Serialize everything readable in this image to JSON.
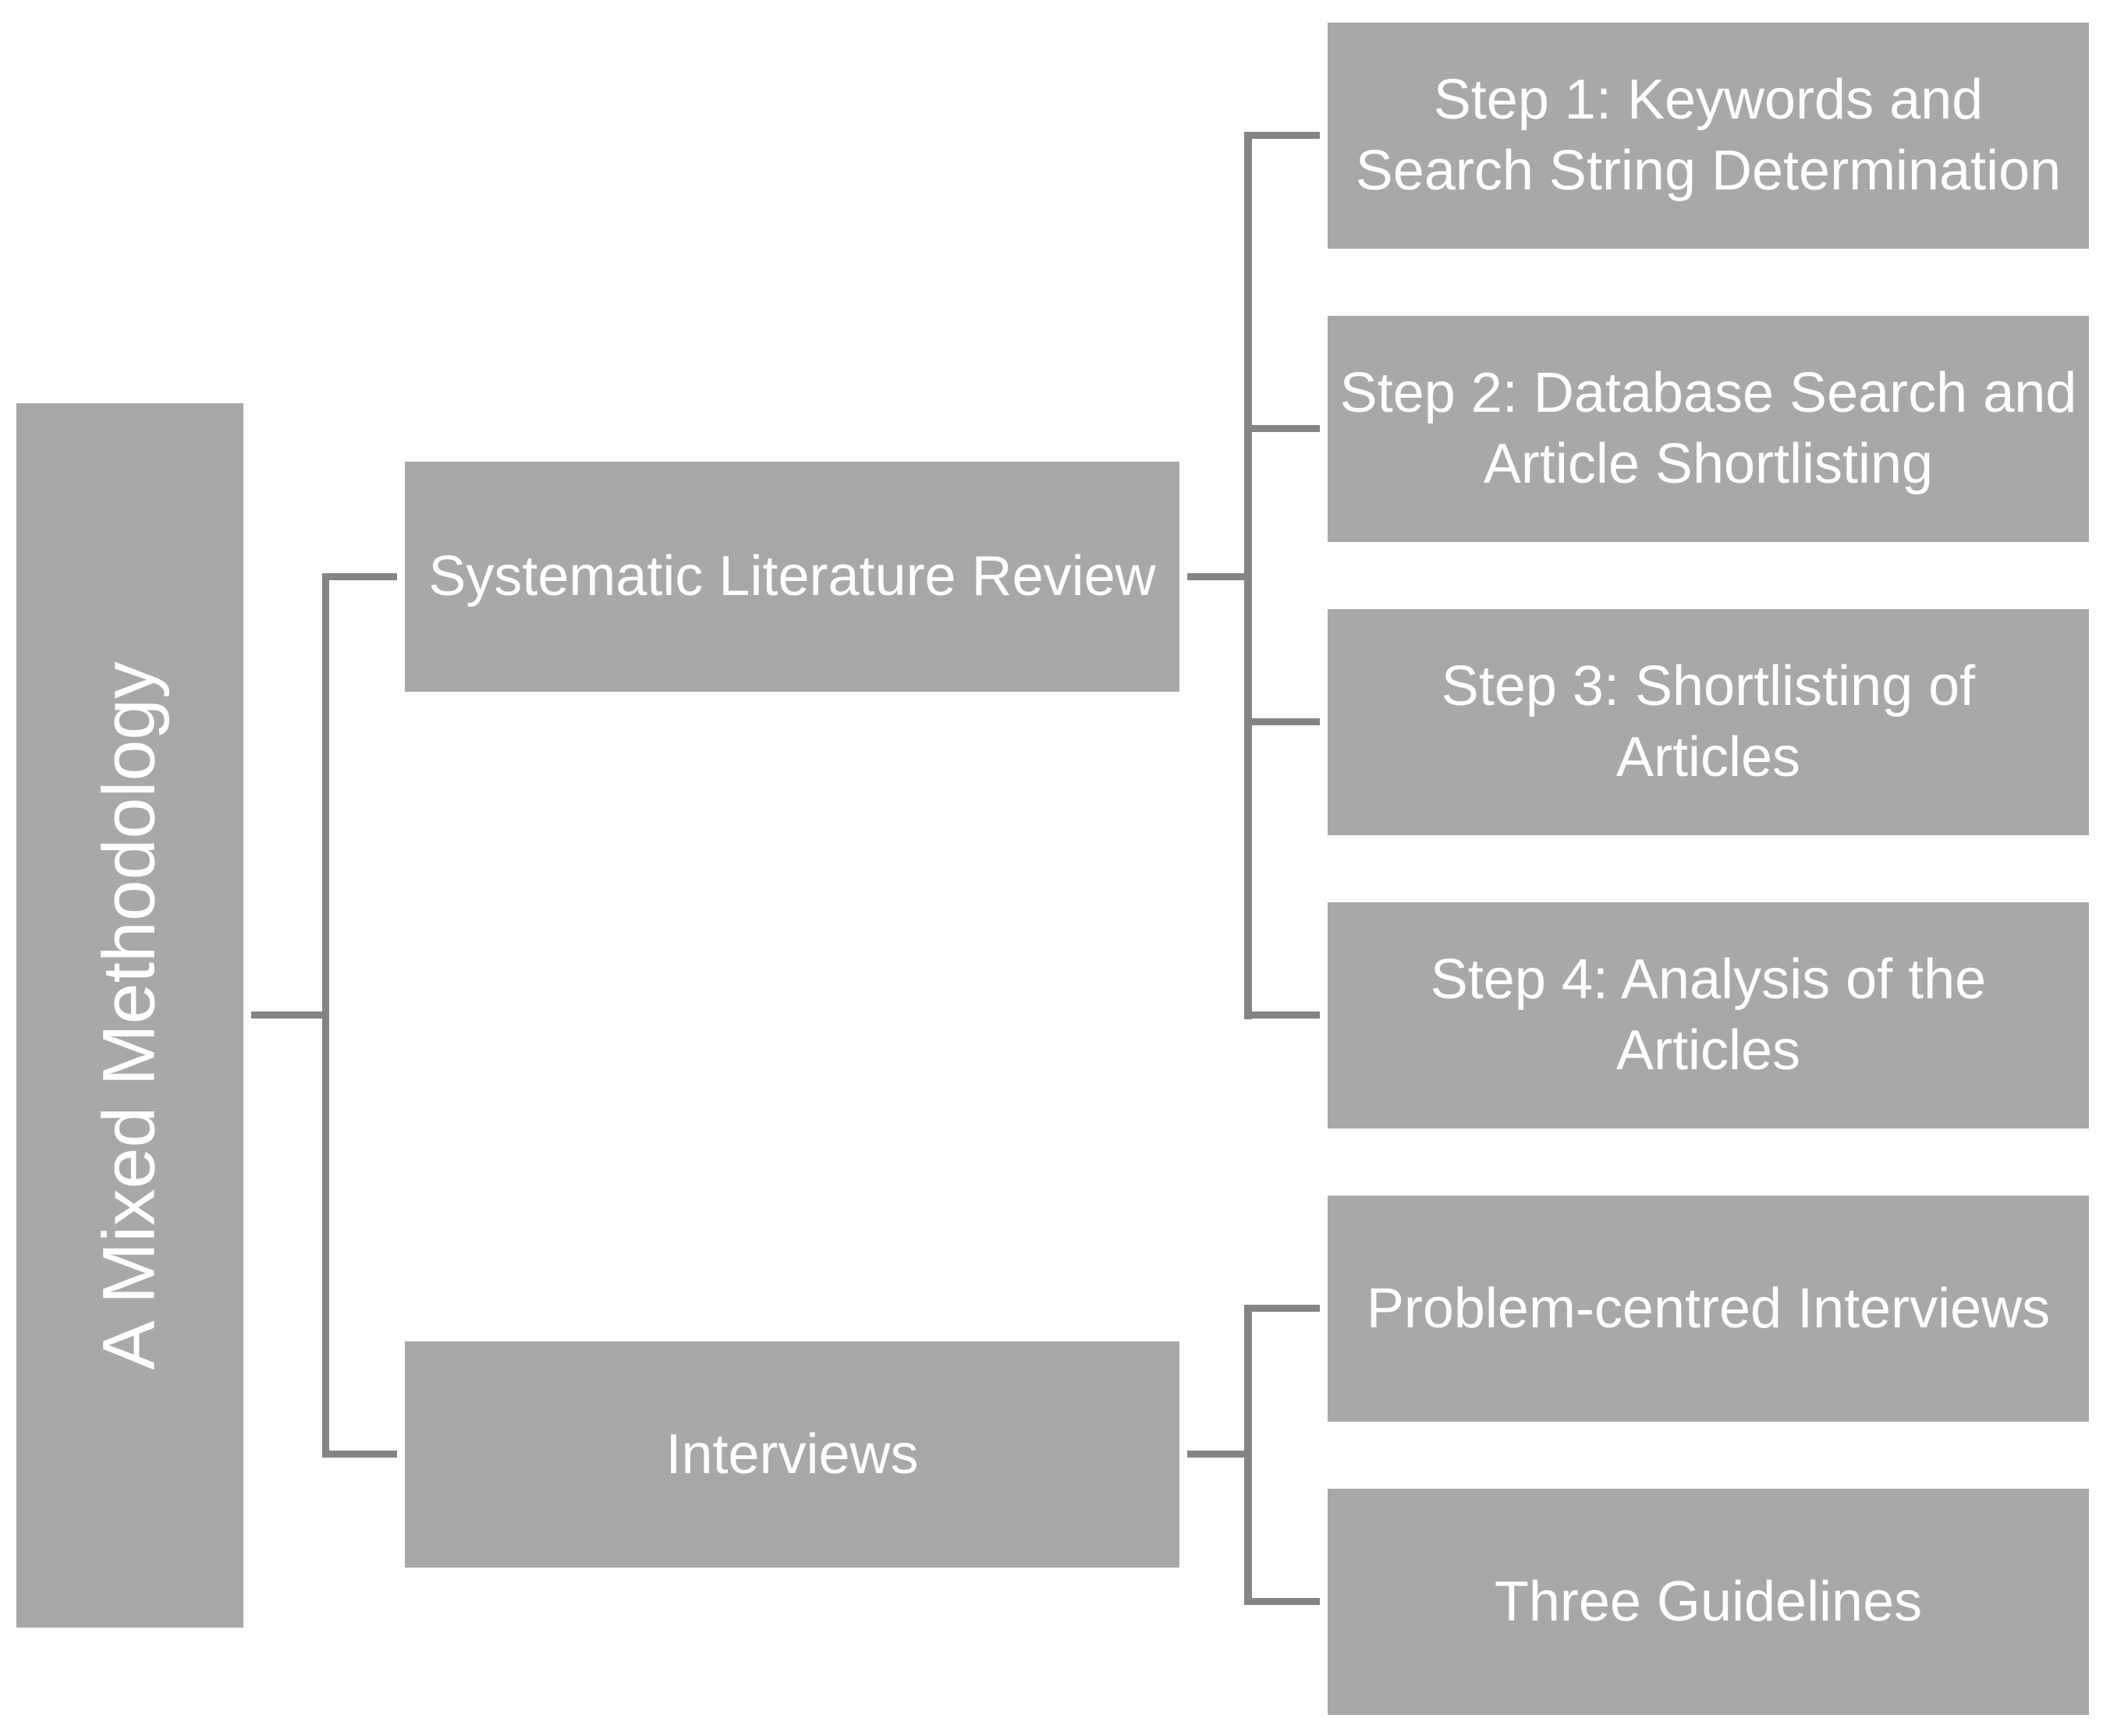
{
  "diagram": {
    "type": "hierarchy-left-to-right",
    "root": {
      "label": "A Mixed Methodology"
    },
    "branches": [
      {
        "label": "Systematic Literature Review",
        "children": [
          {
            "label": "Step 1: Keywords and\nSearch String Determination"
          },
          {
            "label": "Step 2: Database Search and\nArticle Shortlisting"
          },
          {
            "label": "Step 3: Shortlisting of\nArticles"
          },
          {
            "label": "Step 4: Analysis of the\nArticles"
          }
        ]
      },
      {
        "label": "Interviews",
        "children": [
          {
            "label": "Problem-centred Interviews"
          },
          {
            "label": "Three Guidelines"
          }
        ]
      }
    ],
    "colors": {
      "background": "#ffffff",
      "box_fill": "#a8a8a8",
      "box_text": "#ffffff",
      "connector": "#848484"
    }
  }
}
